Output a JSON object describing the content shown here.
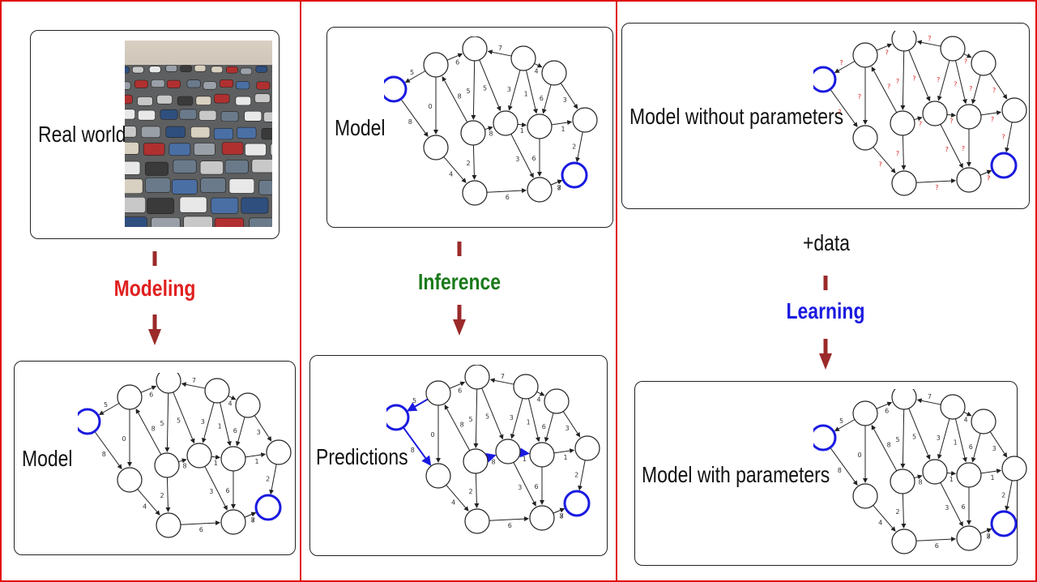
{
  "colors": {
    "frame": "#e01010",
    "arrow": "#9b2a2a",
    "modeling": "#e02020",
    "inference": "#1a7a1a",
    "learning": "#1a1ae0",
    "highlight": "#1a1ae0",
    "unknown": "#e02020"
  },
  "panel1": {
    "top_label": "Real world",
    "step": "Modeling",
    "bottom_label": "Model",
    "image_desc_icon": "traffic-jam-photo"
  },
  "panel2": {
    "top_label": "Model",
    "step": "Inference",
    "bottom_label": "Predictions"
  },
  "panel3": {
    "top_label": "Model without parameters",
    "data_label": "+data",
    "step": "Learning",
    "bottom_label": "Model with parameters"
  },
  "graph": {
    "weights": [
      "5",
      "6",
      "7",
      "4",
      "8",
      "0",
      "8",
      "5",
      "5",
      "3",
      "1",
      "6",
      "3",
      "8",
      "1",
      "1",
      "4",
      "2",
      "3",
      "6",
      "7",
      "8",
      "6",
      "2"
    ],
    "unknown_label": "?"
  }
}
